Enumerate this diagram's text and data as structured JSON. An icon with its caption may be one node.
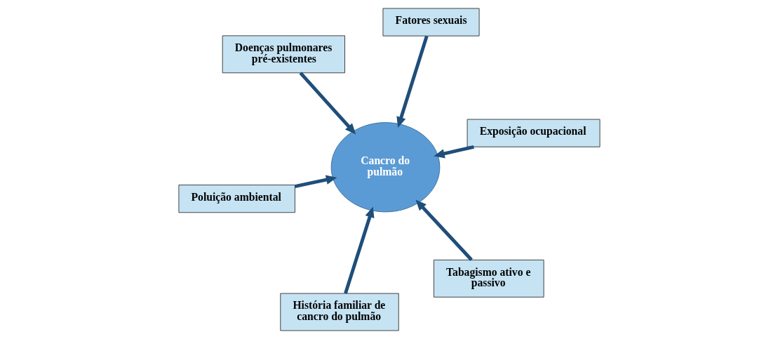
{
  "diagram": {
    "nodes": [
      {
        "text": [
          "Poluição ambiental"
        ]
      },
      {
        "text": [
          "Tabagismo ativo e passivo"
        ]
      },
      {
        "text": [
          "Cancro do pulmão"
        ]
      },
      {
        "text": [
          "Doenças pulmonares pré-existentes"
        ]
      },
      {
        "text": [
          "Exposição ocupacional"
        ]
      },
      {
        "text": [
          "Fatores sexuais"
        ]
      },
      {
        "text": [
          "História familiar de cancro do pulmão"
        ]
      }
    ],
    "edges": [
      {
        "from": 0,
        "to": 2,
        "arrow": "to"
      },
      {
        "from": 1,
        "to": 2,
        "arrow": "to"
      },
      {
        "from": 3,
        "to": 2,
        "arrow": "to"
      },
      {
        "from": 4,
        "to": 2,
        "arrow": "to"
      },
      {
        "from": 5,
        "to": 2,
        "arrow": "to"
      },
      {
        "from": 6,
        "to": 2,
        "arrow": "to"
      }
    ]
  }
}
